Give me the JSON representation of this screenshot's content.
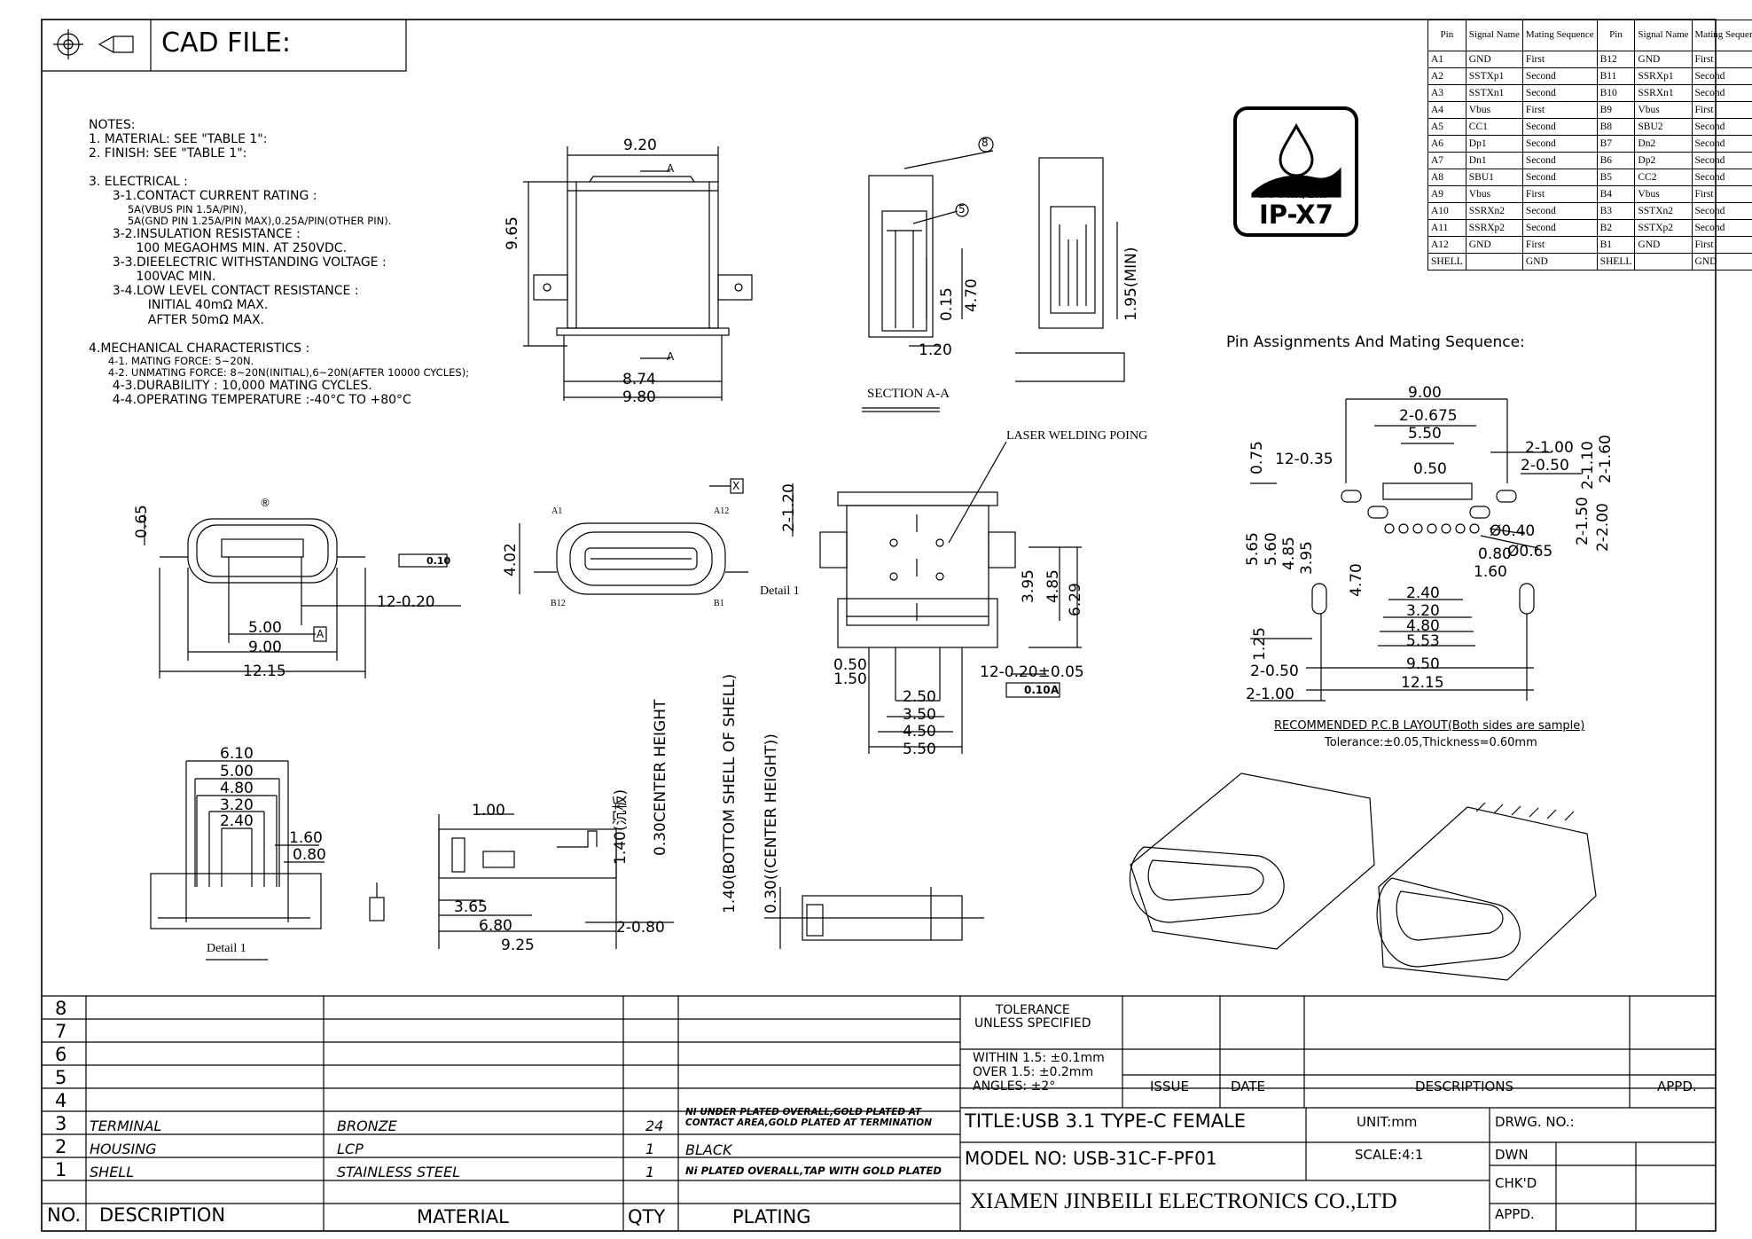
{
  "header": {
    "cad_file_label": "CAD FILE:"
  },
  "notes": [
    "NOTES:",
    "1. MATERIAL: SEE \"TABLE 1\":",
    "2. FINISH: SEE \"TABLE 1\":",
    "",
    "3. ELECTRICAL :",
    "      3-1.CONTACT CURRENT RATING :",
    "            5A(VBUS PIN 1.5A/PIN),",
    "            5A(GND PIN 1.25A/PIN MAX),0.25A/PIN(OTHER PIN).",
    "      3-2.INSULATION RESISTANCE :",
    "            100 MEGAOHMS MIN. AT 250VDC.",
    "      3-3.DIEELECTRIC WITHSTANDING VOLTAGE :",
    "            100VAC MIN.",
    "      3-4.LOW LEVEL CONTACT RESISTANCE :",
    "               INITIAL 40mΩ MAX.",
    "               AFTER 50mΩ MAX.",
    "",
    "4.MECHANICAL CHARACTERISTICS :",
    "      4-1. MATING FORCE: 5~20N.",
    "      4-2. UNMATING FORCE: 8~20N(INITIAL),6~20N(AFTER 10000 CYCLES);",
    "      4-3.DURABILITY : 10,000 MATING CYCLES.",
    "      4-4.OPERATING TEMPERATURE :-40°C TO +80°C"
  ],
  "pin_table": {
    "headers": [
      "Pin",
      "Signal Name",
      "Mating Sequence",
      "Pin",
      "Signal Name",
      "Mating Sequence"
    ],
    "rows": [
      [
        "A1",
        "GND",
        "First",
        "B12",
        "GND",
        "First"
      ],
      [
        "A2",
        "SSTXp1",
        "Second",
        "B11",
        "SSRXp1",
        "Second"
      ],
      [
        "A3",
        "SSTXn1",
        "Second",
        "B10",
        "SSRXn1",
        "Second"
      ],
      [
        "A4",
        "Vbus",
        "First",
        "B9",
        "Vbus",
        "First"
      ],
      [
        "A5",
        "CC1",
        "Second",
        "B8",
        "SBU2",
        "Second"
      ],
      [
        "A6",
        "Dp1",
        "Second",
        "B7",
        "Dn2",
        "Second"
      ],
      [
        "A7",
        "Dn1",
        "Second",
        "B6",
        "Dp2",
        "Second"
      ],
      [
        "A8",
        "SBU1",
        "Second",
        "B5",
        "CC2",
        "Second"
      ],
      [
        "A9",
        "Vbus",
        "First",
        "B4",
        "Vbus",
        "First"
      ],
      [
        "A10",
        "SSRXn2",
        "Second",
        "B3",
        "SSTXn2",
        "Second"
      ],
      [
        "A11",
        "SSRXp2",
        "Second",
        "B2",
        "SSTXp2",
        "Second"
      ],
      [
        "A12",
        "GND",
        "First",
        "B1",
        "GND",
        "First"
      ],
      [
        "SHELL",
        "",
        "GND",
        "SHELL",
        "",
        "GND"
      ]
    ],
    "caption": "Pin Assignments And Mating Sequence:"
  },
  "ip_badge": {
    "line1": "30 Min/1m",
    "line2": "IP-X7"
  },
  "dims": {
    "top_view": {
      "w920": "9.20",
      "h965": "9.65",
      "w874": "8.74",
      "w980": "9.80",
      "sec_a1": "A",
      "sec_a2": "A"
    },
    "section": {
      "c8": "8",
      "c5": "5",
      "d015": "0.15",
      "d470": "4.70",
      "d120": "1.20",
      "d195": "1.95(MIN)",
      "label": "SECTION A-A"
    },
    "front": {
      "d065": "0.65",
      "flat": "0.10",
      "d1220": "12-0.20",
      "d500": "5.00",
      "refA": "A",
      "d900": "9.00",
      "d1215": "12.15",
      "mark": "®"
    },
    "mid": {
      "a1": "A1",
      "a12": "A12",
      "b12": "B12",
      "b1": "B1",
      "d402": "4.02",
      "x": "X"
    },
    "bottom": {
      "d2120": "2-1.20",
      "laser": "LASER WELDING POING",
      "detail1": "Detail 1",
      "d395": "3.95",
      "d485": "4.85",
      "d629": "6.29",
      "d050": "0.50",
      "d150": "1.50",
      "d12020": "12-0.20±0.05",
      "tol": "0.10",
      "refA": "A",
      "d250": "2.50",
      "d350": "3.50",
      "d450": "4.50",
      "d550": "5.50"
    },
    "pcb": {
      "d900": "9.00",
      "d2675": "2-0.675",
      "d550": "5.50",
      "d050": "0.50",
      "d1235": "12-0.35",
      "d075": "0.75",
      "d2100": "2-1.00",
      "d2050": "2-0.50",
      "d2110": "2-1.10",
      "d2160": "2-1.60",
      "d040": "Ø0.40",
      "d065": "Ø0.65",
      "d080": "0.80",
      "d160": "1.60",
      "d565": "5.65",
      "d560": "5.60",
      "d485": "4.85",
      "d395": "3.95",
      "d470": "4.70",
      "d2150": "2-1.50",
      "d2200": "2-2.00",
      "d240": "2.40",
      "d320": "3.20",
      "d480": "4.80",
      "d553": "5.53",
      "d125": "1.25",
      "d950": "9.50",
      "d2050b": "2-0.50",
      "d1215": "12.15",
      "d2100b": "2-1.00",
      "caption": "RECOMMENDED P.C.B LAYOUT(Both sides are sample)",
      "tol": "Tolerance:±0.05,Thickness=0.60mm"
    },
    "detail": {
      "d610": "6.10",
      "d500": "5.00",
      "d480": "4.80",
      "d320": "3.20",
      "d240": "2.40",
      "d160": "1.60",
      "d080": "0.80",
      "label": "Detail 1"
    },
    "side": {
      "d100": "1.00",
      "d365": "3.65",
      "d680": "6.80",
      "d925": "9.25",
      "d2080": "2-0.80",
      "d140s": "1.40(沉板)",
      "d030c": "0.30CENTER HEIGHT",
      "d140b": "1.40(BOTTOM SHELL OF SHELL)",
      "d030cc": "0.30((CENTER HEIGHT))"
    }
  },
  "bom": {
    "rows": [
      {
        "no": "8",
        "desc": "",
        "mat": "",
        "qty": "",
        "plating": ""
      },
      {
        "no": "7",
        "desc": "",
        "mat": "",
        "qty": "",
        "plating": ""
      },
      {
        "no": "6",
        "desc": "",
        "mat": "",
        "qty": "",
        "plating": ""
      },
      {
        "no": "5",
        "desc": "",
        "mat": "",
        "qty": "",
        "plating": ""
      },
      {
        "no": "4",
        "desc": "",
        "mat": "",
        "qty": "",
        "plating": ""
      },
      {
        "no": "3",
        "desc": "TERMINAL",
        "mat": "BRONZE",
        "qty": "24",
        "plating": "NI UNDER PLATED OVERALL,GOLD PLATED AT\nCONTACT AREA,GOLD PLATED AT TERMINATION"
      },
      {
        "no": "2",
        "desc": "HOUSING",
        "mat": "LCP",
        "qty": "1",
        "plating": "BLACK"
      },
      {
        "no": "1",
        "desc": "SHELL",
        "mat": "STAINLESS STEEL",
        "qty": "1",
        "plating": "Ni PLATED OVERALL,TAP WITH GOLD PLATED"
      }
    ],
    "header": {
      "no": "NO.",
      "desc": "DESCRIPTION",
      "mat": "MATERIAL",
      "qty": "QTY",
      "plating": "PLATING"
    }
  },
  "title_block": {
    "tolerance_title": "TOLERANCE\nUNLESS SPECIFIED",
    "within": "WITHIN 1.5: ±0.1mm",
    "over": "OVER 1.5:  ±0.2mm",
    "angles": "ANGLES: ±2°",
    "issue": "ISSUE",
    "date": "DATE",
    "descriptions": "DESCRIPTIONS",
    "appd": "APPD.",
    "title": "TITLE:USB 3.1 TYPE-C FEMALE",
    "unit": "UNIT:mm",
    "drwg_no": "DRWG. NO.:",
    "model": "MODEL NO: USB-31C-F-PF01",
    "scale": "SCALE:4:1",
    "dwn": "DWN",
    "chkd": "CHK'D",
    "appd2": "APPD.",
    "company": "XIAMEN JINBEILI ELECTRONICS CO.,LTD"
  }
}
